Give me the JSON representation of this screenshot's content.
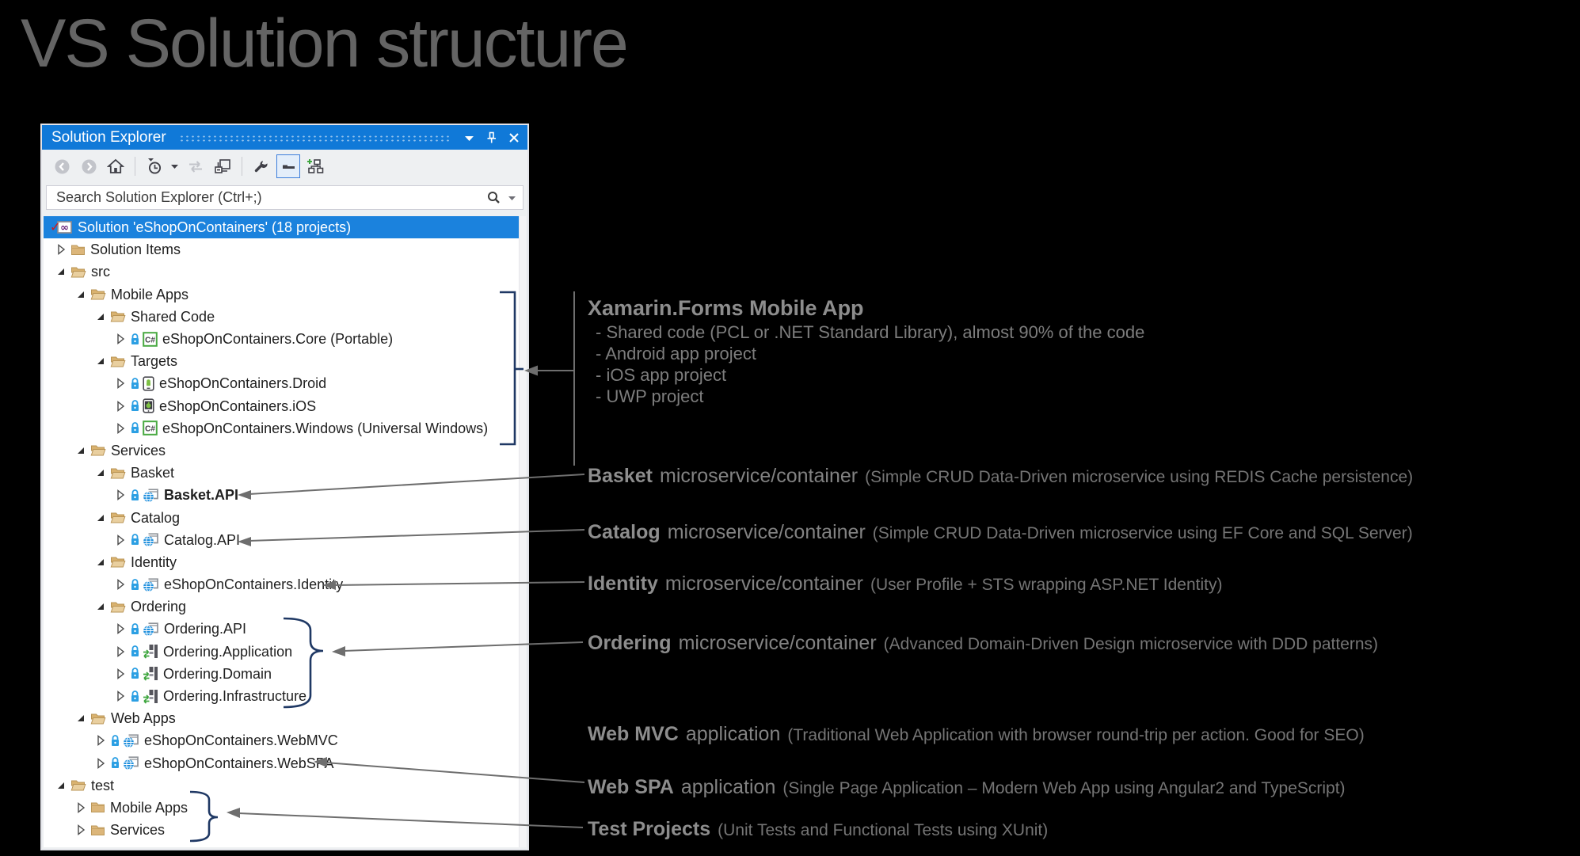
{
  "page": {
    "title": "VS Solution structure"
  },
  "colors": {
    "titlebar_blue": "#1079d8",
    "selection_blue": "#1b82dd",
    "annotation_navy": "#1f3864",
    "connector_gray": "#6e6e6e",
    "folder_tan": "#dcb67a",
    "heading_gray": "#646464"
  },
  "panel": {
    "title": "Solution Explorer",
    "titlebar_icons": [
      "chevron-down",
      "pin",
      "close"
    ],
    "toolbar_items": [
      {
        "icon": "back",
        "disabled": true
      },
      {
        "icon": "forward",
        "disabled": true
      },
      {
        "icon": "home"
      },
      {
        "icon": "sep"
      },
      {
        "icon": "pending-changes-filter"
      },
      {
        "icon": "caret-down"
      },
      {
        "icon": "sync",
        "disabled": true
      },
      {
        "icon": "collapse-all"
      },
      {
        "icon": "sep"
      },
      {
        "icon": "properties-wrench"
      },
      {
        "icon": "preview-selected-items",
        "active": true
      },
      {
        "icon": "show-on-code-map"
      }
    ],
    "search": {
      "placeholder": "Search Solution Explorer (Ctrl+;)"
    },
    "tree": {
      "rows": [
        {
          "level": 0,
          "icon": "solution",
          "label": "Solution 'eShopOnContainers' (18 projects)",
          "selected": true
        },
        {
          "level": 1,
          "expander": "collapsed",
          "icon": "folder-closed",
          "label": "Solution Items"
        },
        {
          "level": 1,
          "expander": "expanded",
          "icon": "folder-open",
          "label": "src"
        },
        {
          "level": 2,
          "expander": "expanded",
          "icon": "folder-open",
          "label": "Mobile Apps"
        },
        {
          "level": 3,
          "expander": "expanded",
          "icon": "folder-open",
          "label": "Shared Code"
        },
        {
          "level": 4,
          "expander": "collapsed",
          "icon": "csharp",
          "lock": true,
          "label": "eShopOnContainers.Core (Portable)"
        },
        {
          "level": 3,
          "expander": "expanded",
          "icon": "folder-open",
          "label": "Targets"
        },
        {
          "level": 4,
          "expander": "collapsed",
          "icon": "droid",
          "lock": true,
          "label": "eShopOnContainers.Droid"
        },
        {
          "level": 4,
          "expander": "collapsed",
          "icon": "ios",
          "lock": true,
          "label": "eShopOnContainers.iOS"
        },
        {
          "level": 4,
          "expander": "collapsed",
          "icon": "csharp",
          "lock": true,
          "label": "eShopOnContainers.Windows (Universal Windows)"
        },
        {
          "level": 2,
          "expander": "expanded",
          "icon": "folder-open",
          "label": "Services"
        },
        {
          "level": 3,
          "expander": "expanded",
          "icon": "folder-open",
          "label": "Basket"
        },
        {
          "level": 4,
          "expander": "collapsed",
          "icon": "web",
          "lock": true,
          "label": "Basket.API",
          "bold": true
        },
        {
          "level": 3,
          "expander": "expanded",
          "icon": "folder-open",
          "label": "Catalog"
        },
        {
          "level": 4,
          "expander": "collapsed",
          "icon": "web",
          "lock": true,
          "label": "Catalog.API"
        },
        {
          "level": 3,
          "expander": "expanded",
          "icon": "folder-open",
          "label": "Identity"
        },
        {
          "level": 4,
          "expander": "collapsed",
          "icon": "web",
          "lock": true,
          "label": "eShopOnContainers.Identity"
        },
        {
          "level": 3,
          "expander": "expanded",
          "icon": "folder-open",
          "label": "Ordering"
        },
        {
          "level": 4,
          "expander": "collapsed",
          "icon": "web",
          "lock": true,
          "label": "Ordering.API"
        },
        {
          "level": 4,
          "expander": "collapsed",
          "icon": "classlib",
          "lock": true,
          "label": "Ordering.Application"
        },
        {
          "level": 4,
          "expander": "collapsed",
          "icon": "classlib",
          "lock": true,
          "label": "Ordering.Domain"
        },
        {
          "level": 4,
          "expander": "collapsed",
          "icon": "classlib",
          "lock": true,
          "label": "Ordering.Infrastructure"
        },
        {
          "level": 2,
          "expander": "expanded",
          "icon": "folder-open",
          "label": "Web Apps"
        },
        {
          "level": 3,
          "expander": "collapsed",
          "icon": "web",
          "lock": true,
          "label": "eShopOnContainers.WebMVC"
        },
        {
          "level": 3,
          "expander": "collapsed",
          "icon": "web",
          "lock": true,
          "label": "eShopOnContainers.WebSPA"
        },
        {
          "level": 1,
          "expander": "expanded",
          "icon": "folder-open",
          "label": "test"
        },
        {
          "level": 2,
          "expander": "collapsed",
          "icon": "folder-closed",
          "label": "Mobile Apps"
        },
        {
          "level": 2,
          "expander": "collapsed",
          "icon": "folder-closed",
          "label": "Services"
        }
      ]
    }
  },
  "annotations": {
    "xamarin": {
      "title": "Xamarin.Forms Mobile App",
      "bullets": [
        "- Shared code (PCL or .NET Standard Library), almost 90% of the code",
        "- Android app project",
        "- iOS app project",
        "- UWP project"
      ]
    },
    "basket": {
      "name": "Basket",
      "mid": "microservice/container",
      "paren": "(Simple CRUD Data-Driven microservice using REDIS Cache persistence)"
    },
    "catalog": {
      "name": "Catalog",
      "mid": "microservice/container",
      "paren": "(Simple CRUD Data-Driven microservice using EF Core and SQL Server)"
    },
    "identity": {
      "name": "Identity",
      "mid": "microservice/container",
      "paren": "(User Profile + STS wrapping ASP.NET Identity)"
    },
    "ordering": {
      "name": "Ordering",
      "mid": "microservice/container",
      "paren": "(Advanced Domain-Driven Design microservice with DDD patterns)"
    },
    "webmvc": {
      "name": "Web MVC",
      "mid": "application",
      "paren": "(Traditional Web Application with browser round-trip per action. Good for SEO)"
    },
    "webspa": {
      "name": "Web SPA",
      "mid": "application",
      "paren": "(Single Page Application – Modern Web App using Angular2 and TypeScript)"
    },
    "test": {
      "name": "Test Projects",
      "paren": "(Unit Tests and Functional Tests using XUnit)"
    }
  }
}
